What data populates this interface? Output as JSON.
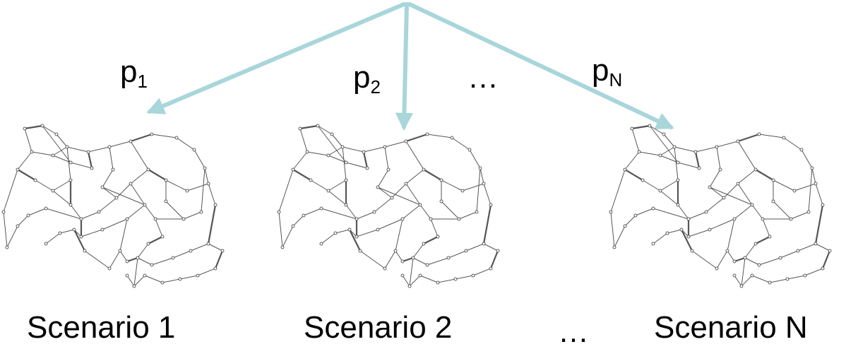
{
  "colors": {
    "arrow": "#a8d6da",
    "arrow_edge": "#8cc3c9",
    "network_line": "#555555",
    "network_node": "#333333"
  },
  "probabilities": [
    {
      "symbol": "p",
      "sub": "1"
    },
    {
      "symbol": "p",
      "sub": "2"
    },
    {
      "symbol": "p",
      "sub": "N"
    }
  ],
  "top_ellipsis": "…",
  "bottom_ellipsis": "…",
  "scenarios": [
    {
      "label": "Scenario 1"
    },
    {
      "label": "Scenario 2"
    },
    {
      "label": "Scenario N"
    }
  ]
}
